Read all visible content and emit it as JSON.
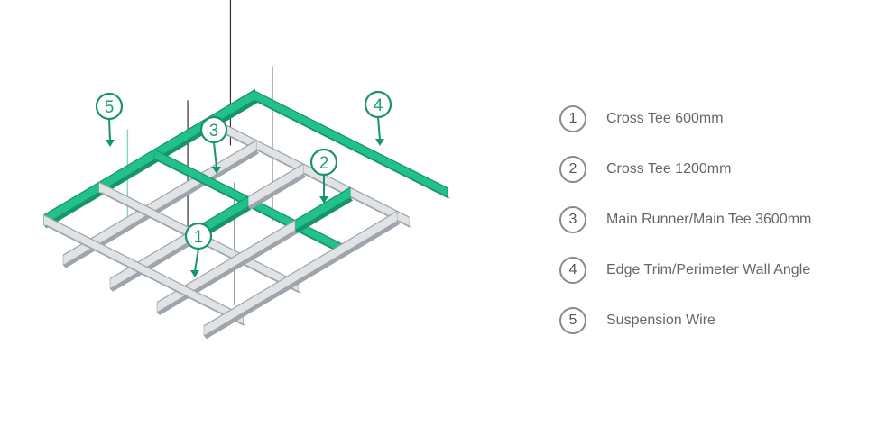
{
  "colors": {
    "accent": "#22c08a",
    "accent_dark": "#17946a",
    "grid_light": "#e0e3e6",
    "grid_dark": "#9ea4aa",
    "legend_text": "#666666"
  },
  "callouts": [
    {
      "num": "1"
    },
    {
      "num": "2"
    },
    {
      "num": "3"
    },
    {
      "num": "4"
    },
    {
      "num": "5"
    }
  ],
  "legend": [
    {
      "num": "1",
      "label": "Cross Tee 600mm"
    },
    {
      "num": "2",
      "label": "Cross Tee 1200mm"
    },
    {
      "num": "3",
      "label": "Main Runner/Main Tee 3600mm"
    },
    {
      "num": "4",
      "label": "Edge Trim/Perimeter Wall Angle"
    },
    {
      "num": "5",
      "label": "Suspension Wire"
    }
  ]
}
